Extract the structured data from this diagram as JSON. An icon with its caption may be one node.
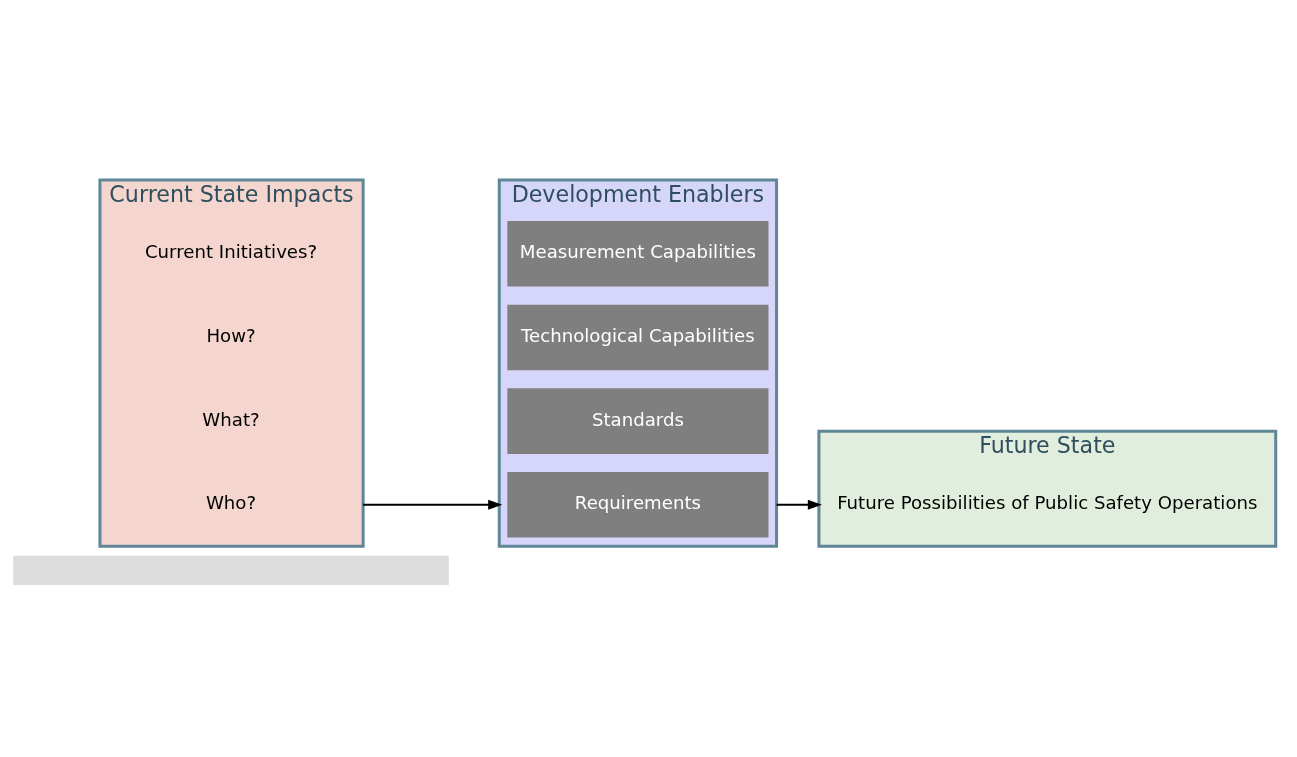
{
  "diagram": {
    "nodes": [
      {
        "text": [],
        "shape": "bar"
      },
      {
        "text": [
          "Current State Impacts"
        ]
      },
      {
        "text": [
          "Who?"
        ],
        "in": 1
      },
      {
        "text": [
          "What?"
        ],
        "in": 1
      },
      {
        "text": [
          "How?"
        ],
        "in": 1
      },
      {
        "text": [
          "Current Initiatives?"
        ],
        "in": 1
      },
      {
        "text": [
          "Development Enablers"
        ]
      },
      {
        "text": [
          "Requirements"
        ],
        "in": 6
      },
      {
        "text": [
          "Standards"
        ],
        "in": 6
      },
      {
        "text": [
          "Technological Capabilities"
        ],
        "in": 6
      },
      {
        "text": [
          "Measurement Capabilities"
        ],
        "in": 6
      },
      {
        "text": [
          "Future State"
        ]
      },
      {
        "text": [
          "Future Possibilities of Public Safety Operations"
        ],
        "in": 11
      }
    ],
    "edges": [
      {
        "from": 1,
        "to": 6,
        "arrow": "to"
      },
      {
        "from": 6,
        "to": 11,
        "arrow": "to"
      }
    ]
  }
}
